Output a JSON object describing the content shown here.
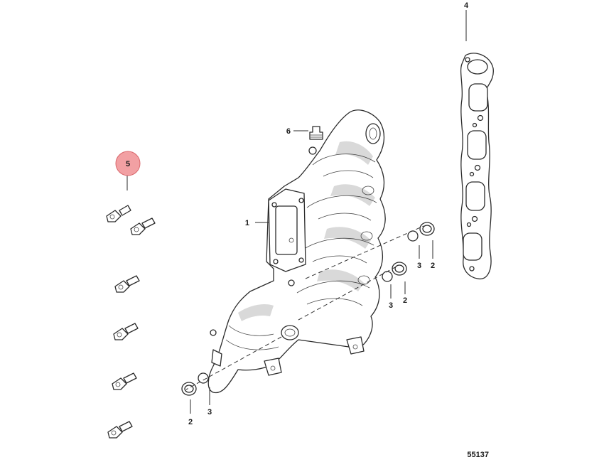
{
  "callouts": {
    "c1": "1",
    "c2a": "2",
    "c2b": "2",
    "c2c": "2",
    "c3a": "3",
    "c3b": "3",
    "c3c": "3",
    "c4": "4",
    "c5": "5",
    "c6": "6"
  },
  "figure_number": "55137",
  "colors": {
    "highlight_fill": "#f2a0a3",
    "highlight_stroke": "#d9666b"
  }
}
